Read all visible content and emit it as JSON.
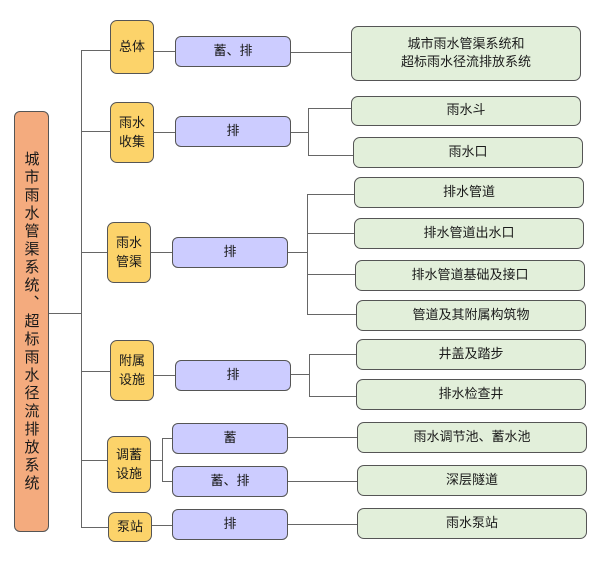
{
  "root": {
    "label": "城市雨水管渠系统、超标雨水径流排放系统"
  },
  "categories": [
    {
      "label": "总体",
      "functions": [
        {
          "label": "蓄、排",
          "items": [
            "城市雨水管渠系统和\n超标雨水径流排放系统"
          ]
        }
      ]
    },
    {
      "label": "雨水收集",
      "functions": [
        {
          "label": "排",
          "items": [
            "雨水斗",
            "雨水口"
          ]
        }
      ]
    },
    {
      "label": "雨水管渠",
      "functions": [
        {
          "label": "排",
          "items": [
            "排水管道",
            "排水管道出水口",
            "排水管道基础及接口",
            "管道及其附属构筑物"
          ]
        }
      ]
    },
    {
      "label": "附属设施",
      "functions": [
        {
          "label": "排",
          "items": [
            "井盖及踏步",
            "排水检查井"
          ]
        }
      ]
    },
    {
      "label": "调蓄设施",
      "functions": [
        {
          "label": "蓄",
          "items": [
            "雨水调节池、蓄水池"
          ]
        },
        {
          "label": "蓄、排",
          "items": [
            "深层隧道"
          ]
        }
      ]
    },
    {
      "label": "泵站",
      "functions": [
        {
          "label": "排",
          "items": [
            "雨水泵站"
          ]
        }
      ]
    }
  ],
  "colors": {
    "root_fill": "#f4ab7e",
    "category_fill": "#fcd36a",
    "function_fill": "#ccccff",
    "item_fill": "#e2efda",
    "connector": "#666666"
  }
}
